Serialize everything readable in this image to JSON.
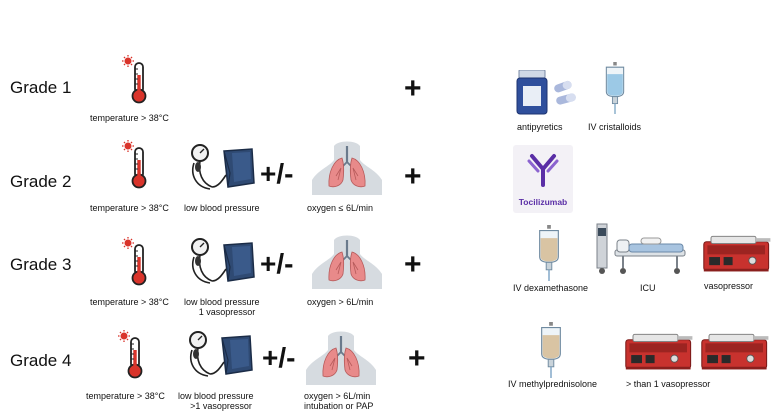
{
  "rows": [
    {
      "grade": "Grade 1",
      "captions": {
        "temperature": "temperature  > 38°C"
      },
      "plus": "+",
      "treatments": [
        "antipyretics",
        "IV cristalloids"
      ]
    },
    {
      "grade": "Grade 2",
      "captions": {
        "temperature": "temperature  > 38°C",
        "bp": "low blood pressure",
        "oxygen": "oxygen ≤ 6L/min"
      },
      "operator": "+/-",
      "plus": "+",
      "treatments": [
        "Tocilizumab"
      ]
    },
    {
      "grade": "Grade 3",
      "captions": {
        "temperature": "temperature  > 38°C",
        "bp": "low blood pressure",
        "bp2": "1 vasopressor",
        "oxygen": "oxygen > 6L/min"
      },
      "operator": "+/-",
      "plus": "+",
      "treatments": [
        "IV dexamethasone",
        "ICU",
        "vasopressor"
      ]
    },
    {
      "grade": "Grade 4",
      "captions": {
        "temperature": "temperature  > 38°C",
        "bp": "low blood pressure",
        "bp2": ">1 vasopressor",
        "oxygen": "oxygen > 6L/min",
        "oxygen2": "intubation or PAP"
      },
      "operator": "+/-",
      "plus": "+",
      "treatments": [
        "IV methylprednisolone",
        "> than 1 vasopressor"
      ]
    }
  ],
  "colors": {
    "thermo_red": "#d9342b",
    "cuff_blue": "#2f4a73",
    "lung_pink": "#e88a8a",
    "torso": "#d6dbe0",
    "pump_red": "#c8322e",
    "drug_purple": "#5a2ea6",
    "iv_blue": "#9cc9e6",
    "iv_tan": "#d9c4a3"
  },
  "icons": [
    "thermometer-icon",
    "bp-cuff-icon",
    "lungs-icon",
    "pill-bottle-icon",
    "capsules-icon",
    "iv-bag-icon",
    "antibody-icon",
    "icu-bed-icon",
    "syringe-pump-icon"
  ]
}
